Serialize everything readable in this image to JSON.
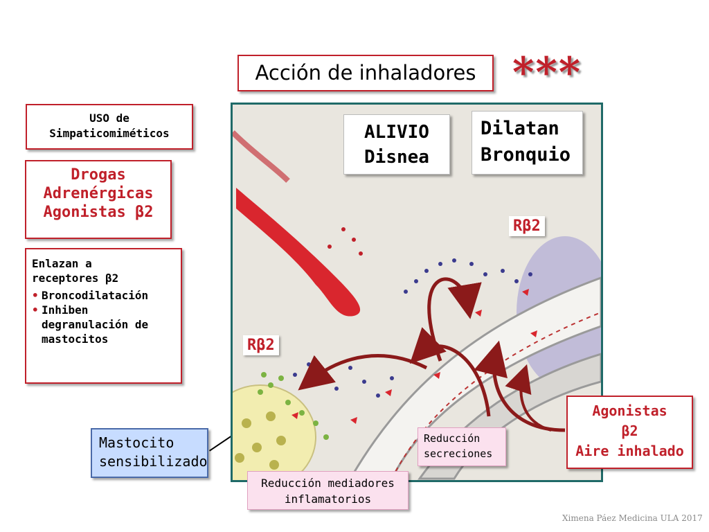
{
  "title": "Acción de inhaladores",
  "stars": "***",
  "uso": {
    "line1": "USO de",
    "line2": "Simpaticomiméticos"
  },
  "drogas": {
    "line1": "Drogas",
    "line2": "Adrenérgicas",
    "line3": "Agonistas β2"
  },
  "enlazan": {
    "line1": "Enlazan a",
    "line2": "receptores β2",
    "bullets": [
      "Broncodilatación",
      "Inhiben degranulación de mastocitos"
    ]
  },
  "alivio": {
    "line1": "ALIVIO",
    "line2": "Disnea"
  },
  "dilatan": {
    "line1": "Dilatan",
    "line2": "Bronquio"
  },
  "receptor_label_top": "Rβ2",
  "receptor_label_left": "Rβ2",
  "mastocito": {
    "line1": "Mastocito",
    "line2": "sensibilizado"
  },
  "reduccion_secreciones": {
    "line1": "Reducción",
    "line2": "secreciones"
  },
  "reduccion_mediadores": {
    "line1": "Reducción mediadores",
    "line2": "inflamatorios"
  },
  "agonistas": {
    "line1": "Agonistas",
    "line2": "β2",
    "line3": "Aire inhalado"
  },
  "credit": "Ximena Páez Medicina ULA 2017",
  "colors": {
    "accent_red": "#c0202a",
    "frame_teal": "#1f6a68",
    "mastocito_blue": "#c7dcff",
    "pink_label": "#fbe1ee"
  }
}
